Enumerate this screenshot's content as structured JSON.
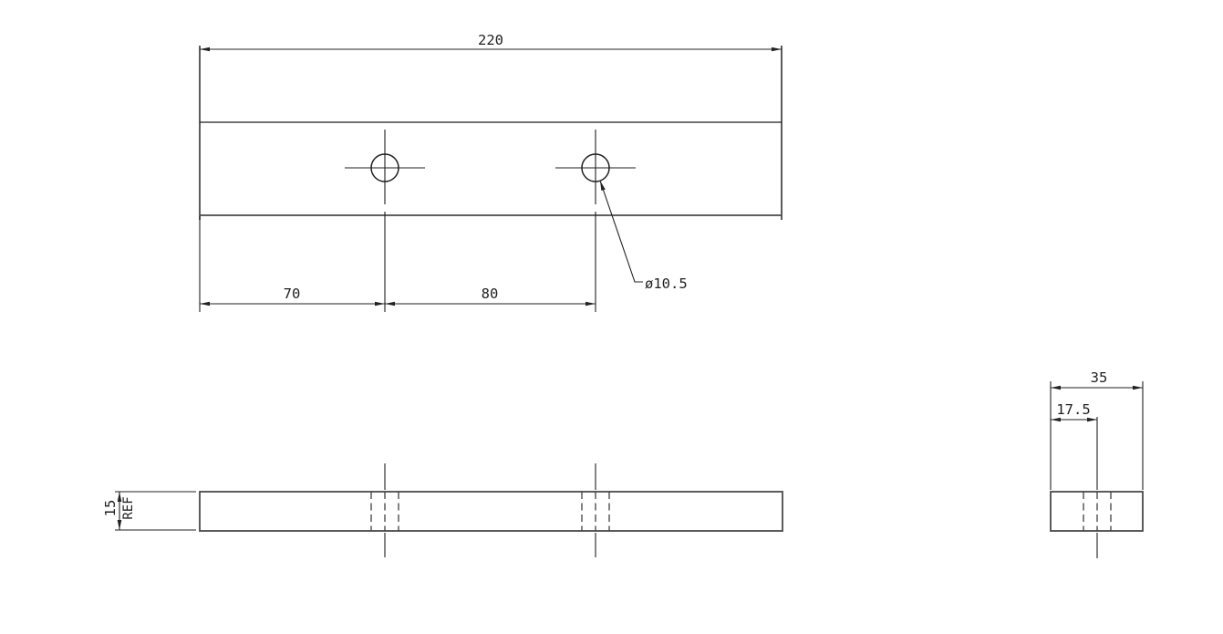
{
  "drawing": {
    "colors": {
      "background": "#ffffff",
      "thin_lines": "#1f1f1f",
      "outlines": "#4a4a4a"
    },
    "front_view": {
      "overall_length_label": "220",
      "hole1_offset_label": "70",
      "hole_spacing_label": "80",
      "hole_diameter_label": "ø10.5"
    },
    "side_view": {
      "thickness_label": "15",
      "thickness_ref_label": "REF"
    },
    "end_view": {
      "width_label": "35",
      "hole_center_offset_label": "17.5"
    }
  }
}
